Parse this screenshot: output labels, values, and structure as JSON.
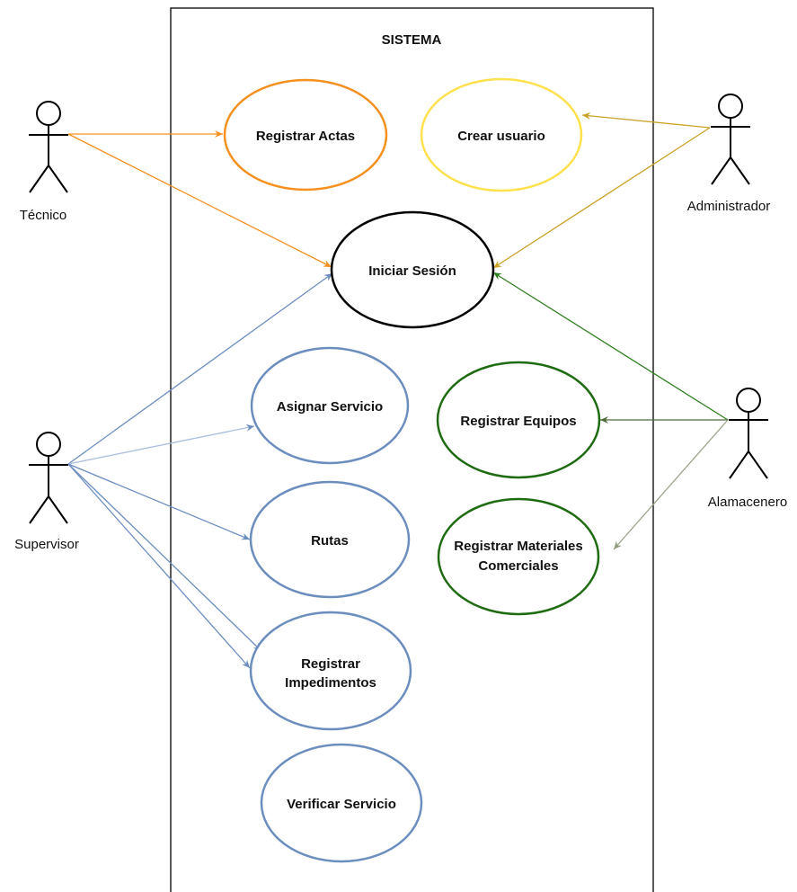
{
  "system": {
    "title": "SISTEMA"
  },
  "actors": {
    "tecnico": "Técnico",
    "administrador": "Administrador",
    "supervisor": "Supervisor",
    "almacenero": "Alamacenero"
  },
  "use_cases": {
    "registrar_actas": {
      "line1": "Registrar Actas",
      "line2": ""
    },
    "crear_usuario": {
      "line1": "Crear usuario",
      "line2": ""
    },
    "iniciar_sesion": {
      "line1": "Iniciar Sesión",
      "line2": ""
    },
    "asignar_servicio": {
      "line1": "Asignar Servicio",
      "line2": ""
    },
    "rutas": {
      "line1": "Rutas",
      "line2": ""
    },
    "registrar_impedimentos": {
      "line1": "Registrar",
      "line2": "Impedimentos"
    },
    "verificar_servicio": {
      "line1": "Verificar Servicio",
      "line2": ""
    },
    "registrar_equipos": {
      "line1": "Registrar Equipos",
      "line2": ""
    },
    "registrar_materiales": {
      "line1": "Registrar Materiales",
      "line2": "Comerciales"
    }
  },
  "colors": {
    "orange": "#f5901e",
    "yellow": "#ffe14d",
    "gold_arrow": "#c9a227",
    "black": "#000000",
    "blue": "#6c8ebf",
    "green": "#2e7d1e",
    "dark_green": "#4f6b3a",
    "gray_green": "#9aa58a"
  }
}
